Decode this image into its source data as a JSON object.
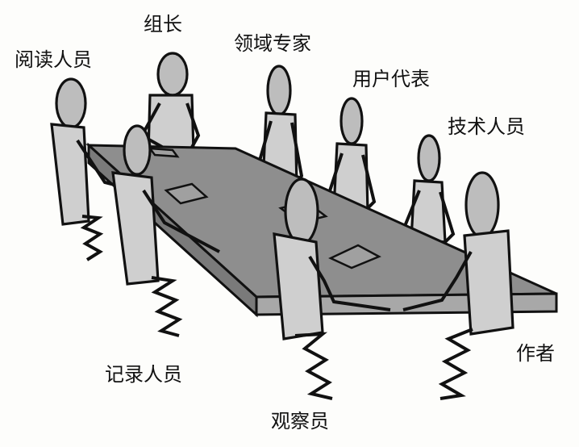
{
  "labels": {
    "reader": "阅读人员",
    "leader": "组长",
    "expert": "领域专家",
    "user_rep": "用户代表",
    "tech": "技术人员",
    "recorder": "记录人员",
    "observer": "观察员",
    "author": "作者"
  },
  "colors": {
    "table_top": "#8e8e8e",
    "table_front": "#a8a8a8",
    "figure_body": "#cfcfcf",
    "figure_head": "#bdbdbd",
    "outline": "#111111"
  }
}
